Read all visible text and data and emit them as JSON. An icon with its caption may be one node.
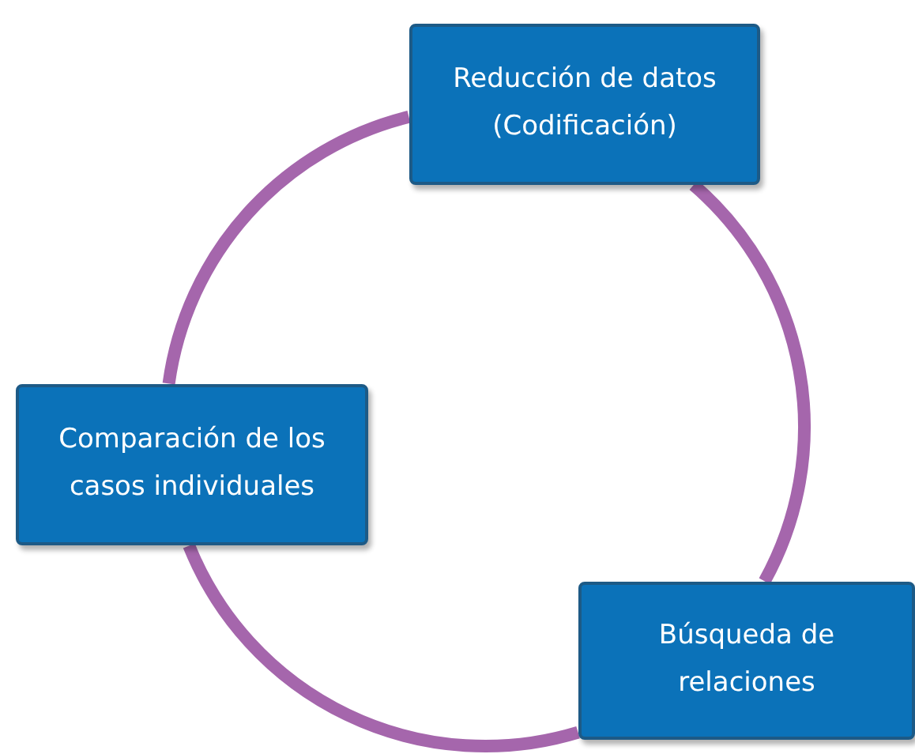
{
  "diagram": {
    "nodes": [
      {
        "text": [
          "Reducción de datos (Codificación)"
        ]
      },
      {
        "text": [
          "Comparación de los casos individuales"
        ]
      },
      {
        "text": [
          "Búsqueda de relaciones"
        ]
      }
    ],
    "edges": [
      {
        "from": 0,
        "to": 2,
        "arrow": "none"
      },
      {
        "from": 2,
        "to": 1,
        "arrow": "none"
      },
      {
        "from": 1,
        "to": 0,
        "arrow": "none"
      }
    ]
  }
}
